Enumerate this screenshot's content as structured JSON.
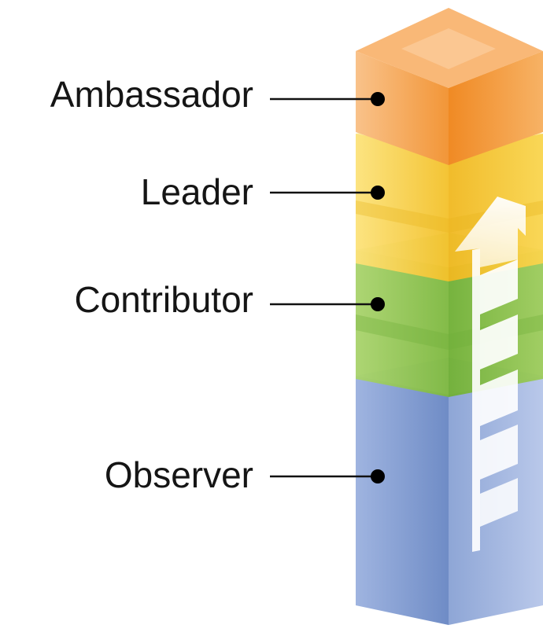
{
  "levels": [
    {
      "id": "ambassador",
      "label": "Ambassador",
      "color": "#F39A3C"
    },
    {
      "id": "leader",
      "label": "Leader",
      "color": "#F5C431"
    },
    {
      "id": "contributor",
      "label": "Contributor",
      "color": "#8CC24F"
    },
    {
      "id": "observer",
      "label": "Observer",
      "color": "#8EA6D6"
    }
  ],
  "arrow": {
    "icon": "up-arrow-icon",
    "color": "#FFFFFF"
  }
}
